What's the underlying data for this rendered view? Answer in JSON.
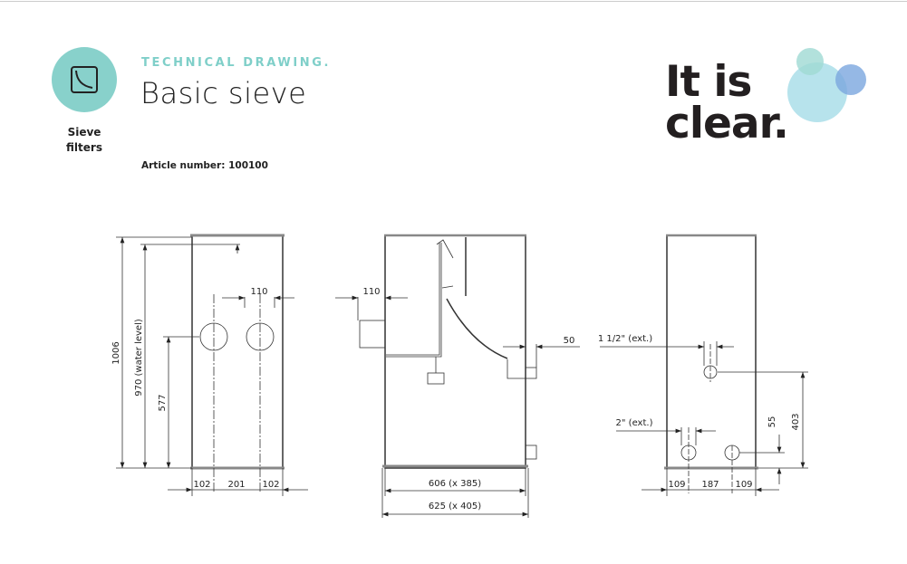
{
  "header": {
    "category": "Sieve filters",
    "category_line1": "Sieve",
    "category_line2": "filters",
    "kicker": "TECHNICAL DRAWING.",
    "title": "Basic sieve",
    "article_number": "Article number: 100100"
  },
  "logo": {
    "line1": "It is",
    "line2": "clear."
  },
  "colors": {
    "accent": "#88d1cb",
    "bubble_light": "#b7e3ec",
    "bubble_blue": "#8fb4e0"
  },
  "drawing": {
    "side_view": {
      "height_total": "1006",
      "water_level": "970 (water level)",
      "inlet_height": "577",
      "inlet_spacing": "110",
      "width_left": "102",
      "width_mid": "201",
      "width_right": "102"
    },
    "front_view": {
      "inlet_depth": "110",
      "outlet_depth": "50",
      "inner_width": "606 (x 385)",
      "outer_width": "625 (x 405)"
    },
    "back_view": {
      "outlet_large": "1 1/2\" (ext.)",
      "outlet_small": "2\" (ext.)",
      "small_height": "55",
      "large_height": "403",
      "width_left": "109",
      "width_mid": "187",
      "width_right": "109"
    }
  }
}
